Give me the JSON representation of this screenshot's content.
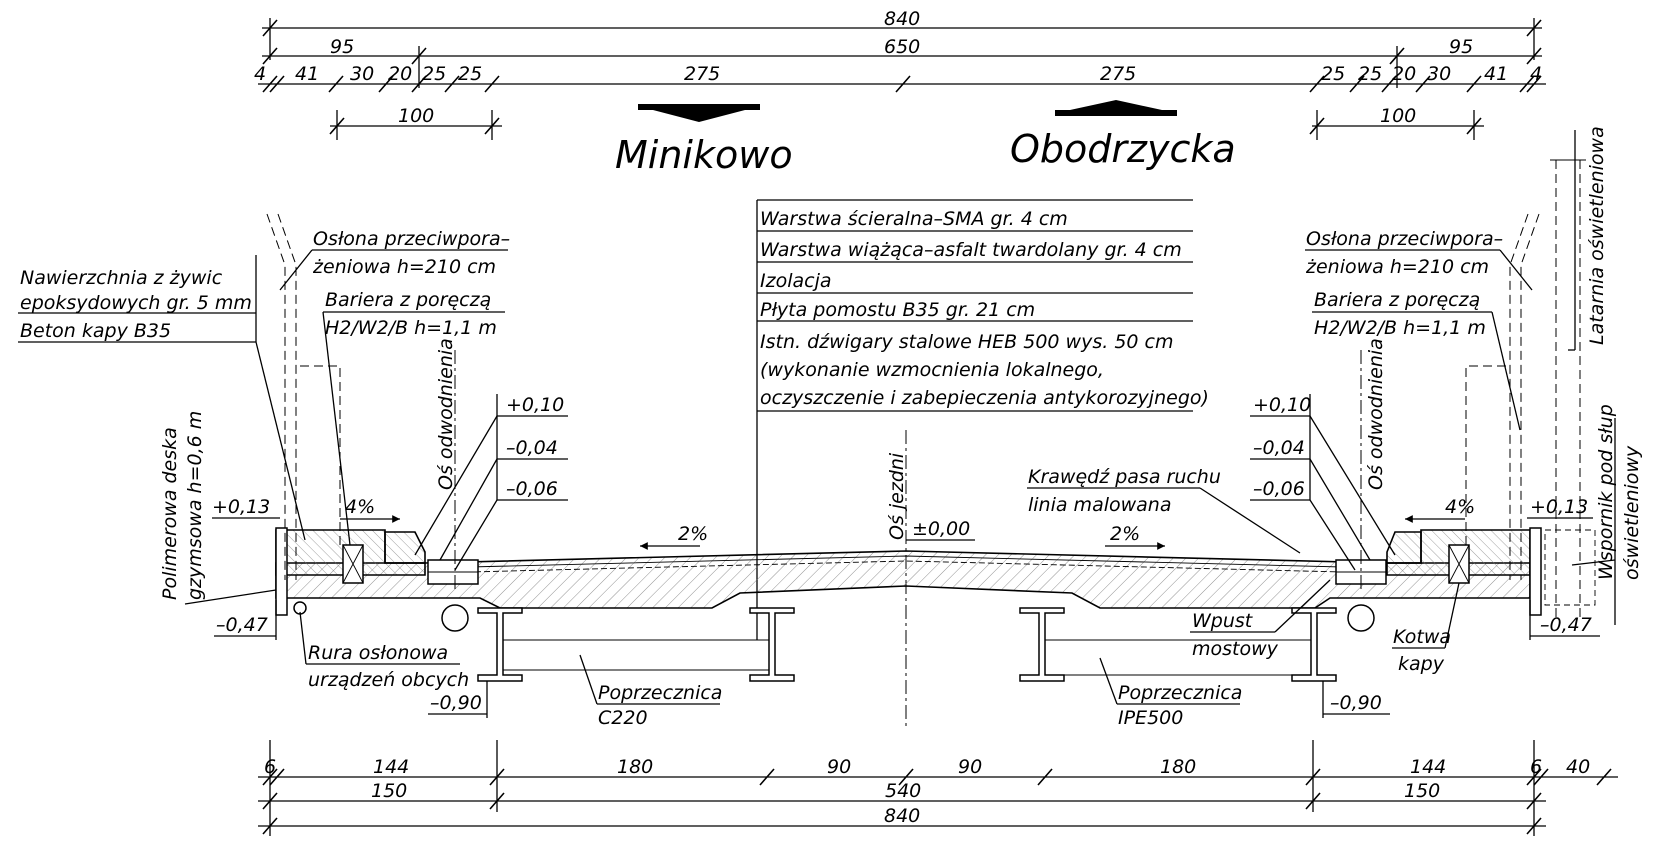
{
  "dimensions": {
    "top_total": "840",
    "top_mid": "650",
    "top_left_95": "95",
    "top_right_95": "95",
    "top_segments_left": [
      "4",
      "41",
      "30",
      "20",
      "25",
      "25"
    ],
    "top_lane_left": "275",
    "top_lane_right": "275",
    "top_segments_right": [
      "25",
      "25",
      "20",
      "30",
      "41",
      "4"
    ],
    "sub_left_100": "100",
    "sub_right_100": "100",
    "bottom_row1": [
      "6",
      "144",
      "180",
      "90",
      "90",
      "180",
      "144",
      "6",
      "40"
    ],
    "bottom_row2": [
      "150",
      "540",
      "150"
    ],
    "bottom_total": "840"
  },
  "directions": {
    "left": "Minikowo",
    "right": "Obodrzycka"
  },
  "layers": [
    "Warstwa ścieralna–SMA gr. 4 cm",
    "Warstwa wiążąca–asfalt twardolany gr. 4 cm",
    "Izolacja",
    "Płyta pomostu B35 gr. 21 cm",
    "Istn. dźwigary stalowe HEB 500 wys. 50 cm",
    "(wykonanie wzmocnienia lokalnego,",
    "oczyszczenie i zabepieczenia antykorozyjnego)"
  ],
  "labels": {
    "oslona_left_1": "Osłona przeciwpora–",
    "oslona_left_2": "żeniowa h=210 cm",
    "oslona_right_1": "Osłona przeciwpora–",
    "oslona_right_2": "żeniowa h=210 cm",
    "nawierzchnia_1": "Nawierzchnia z żywic",
    "nawierzchnia_2": "epoksydowych gr. 5 mm",
    "beton_kapy": "Beton kapy B35",
    "bariera_left_1": "Bariera z poręczą",
    "bariera_left_2": "H2/W2/B h=1,1 m",
    "bariera_right_1": "Bariera z poręczą",
    "bariera_right_2": "H2/W2/B h=1,1 m",
    "os_odwodnienia_left": "Oś odwodnienia",
    "os_odwodnienia_right": "Oś odwodnienia",
    "os_jezdni": "Oś jezdni",
    "latarnia": "Latarnia oświetleniowa",
    "polimerowa_1": "Polimerowa deska",
    "polimerowa_2": "gzymsowa h=0,6 m",
    "wspornik_1": "Wspornik pod słup",
    "wspornik_2": "oświetleniowy",
    "krawedz_1": "Krawędź pasa ruchu",
    "krawedz_2": "linia malowana",
    "rura_1": "Rura osłonowa",
    "rura_2": "urządzeń obcych",
    "wpust_1": "Wpust",
    "wpust_2": "mostowy",
    "kotwa_1": "Kotwa",
    "kotwa_2": "kapy",
    "poprzecznica_left_1": "Poprzecznica",
    "poprzecznica_left_2": "C220",
    "poprzecznica_right_1": "Poprzecznica",
    "poprzecznica_right_2": "IPE500"
  },
  "levels": {
    "l_013_left": "+0,13",
    "l_013_right": "+0,13",
    "l_010_left": "+0,10",
    "l_004_left": "–0,04",
    "l_006_left": "–0,06",
    "l_010_right": "+0,10",
    "l_004_right": "–0,04",
    "l_006_right": "–0,06",
    "l_000": "±0,00",
    "l_047_left": "–0,47",
    "l_047_right": "–0,47",
    "l_090_left": "–0,90",
    "l_090_right": "–0,90"
  },
  "slopes": {
    "left_cap": "4%",
    "right_cap": "4%",
    "left_deck": "2%",
    "right_deck": "2%"
  }
}
